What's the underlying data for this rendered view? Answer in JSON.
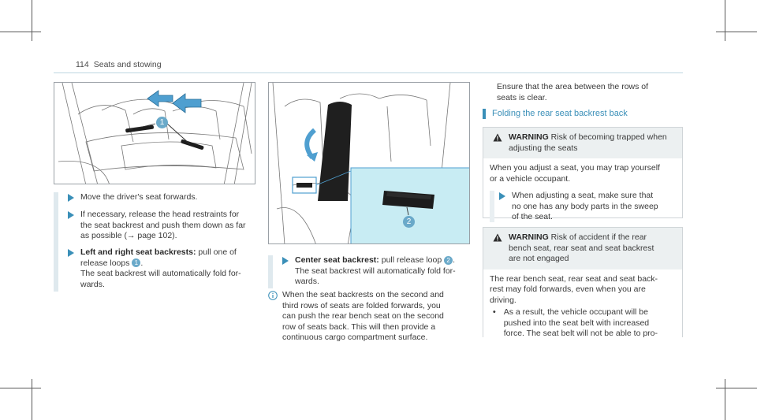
{
  "header": {
    "page_number": "114",
    "title": "Seats and stowing"
  },
  "figure1": {
    "callout": "1"
  },
  "figure2": {
    "callout": "2"
  },
  "left_steps": [
    {
      "lines": [
        "Move the driver's seat forwards."
      ]
    },
    {
      "lines": [
        "If necessary, release the head restraints for",
        "the seat backrest and push them down as far",
        "as possible (→ page 102)."
      ]
    },
    {
      "bold": "Left and right seat backrests:",
      "rest": " pull one of",
      "line2": "release loops",
      "num": "1",
      "line2_end": ".",
      "line3": "The seat backrest will automatically fold for-",
      "line4": "wards."
    }
  ],
  "middle": {
    "step_bold": "Center seat backrest:",
    "step_rest": " pull release loop",
    "step_num": "2",
    "step_end": ".",
    "step_line2": "The seat backrest will automatically fold for-",
    "step_line3": "wards.",
    "info_icon": "info-icon",
    "info_lines": [
      "When the seat backrests on the second and",
      "third rows of seats are folded forwards, you",
      "can push the rear bench seat on the second",
      "row of seats back. This will then provide a",
      "continuous cargo compartment surface."
    ]
  },
  "right": {
    "intro_lines": [
      "Ensure that the area between the rows of",
      "seats is clear."
    ],
    "section_title": "Folding the rear seat backrest back",
    "warning1": {
      "label": "WARNING",
      "head_rest": " Risk of becoming trapped when",
      "head_line2": "adjusting the seats",
      "body_lines": [
        "When you adjust a seat, you may trap yourself",
        "or a vehicle occupant."
      ],
      "step_lines": [
        "When adjusting a seat, make sure that",
        "no one has any body parts in the sweep",
        "of the seat."
      ]
    },
    "warning2": {
      "label": "WARNING",
      "head_rest": " Risk of accident if the rear",
      "head_line2": "bench seat, rear seat and seat backrest",
      "head_line3": "are not engaged",
      "body_lines": [
        "The rear bench seat, rear seat and seat back-",
        "rest may fold forwards, even when you are",
        "driving."
      ],
      "bullet_lines": [
        "As a result, the vehicle occupant will be",
        "pushed into the seat belt with increased",
        "force. The seat belt will not be able to pro-"
      ]
    }
  },
  "colors": {
    "accent": "#3a8fb8",
    "callout": "#6aa9c9",
    "arrow": "#4f9fd0",
    "panel": "#c8ecf3"
  }
}
